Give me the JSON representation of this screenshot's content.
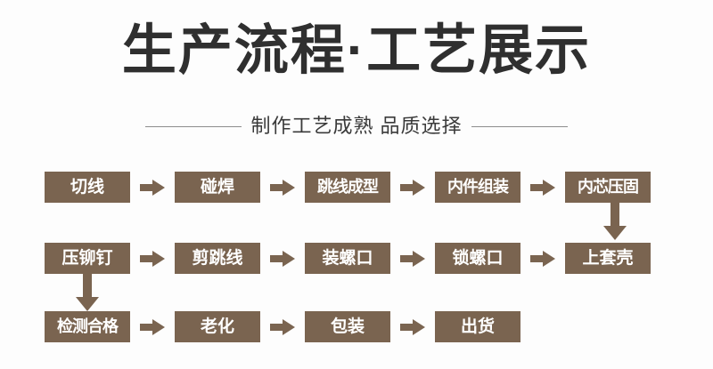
{
  "header": {
    "title": "生产流程·工艺展示",
    "subtitle": "制作工艺成熟 品质选择"
  },
  "colors": {
    "node_fill": "#7a6450",
    "node_text": "#ffffff",
    "title_text": "#2f2f2f",
    "rule_line": "#8d8d8d",
    "background": "#fdfdfd"
  },
  "flow": {
    "rows": [
      {
        "id": "row-1",
        "nodes": [
          "切线",
          "碰焊",
          "跳线成型",
          "内件组装",
          "内芯压固"
        ]
      },
      {
        "id": "row-2",
        "nodes": [
          "压铆钉",
          "剪跳线",
          "装螺口",
          "锁螺口",
          "上套壳"
        ]
      },
      {
        "id": "row-3",
        "nodes": [
          "检测合格",
          "老化",
          "包装",
          "出货"
        ]
      }
    ],
    "connectors": {
      "horizontal": "arrow-right",
      "vertical_right": "arrow-down",
      "vertical_left": "arrow-down"
    }
  }
}
